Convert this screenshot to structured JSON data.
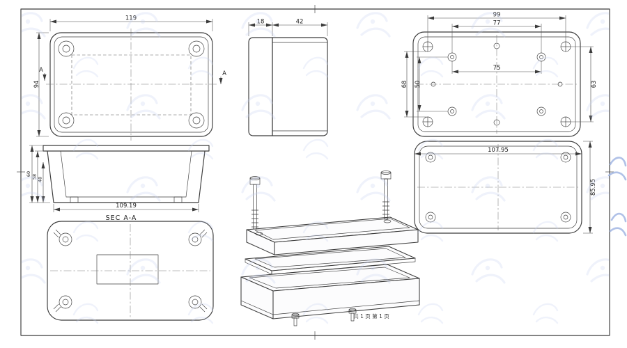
{
  "sheet": {
    "footer": "共 1 页  第 1 页"
  },
  "colors": {
    "line": "#3b3b3b",
    "centerline": "#7a7a7a",
    "watermark": "#c5d0ee",
    "background": "#ffffff"
  },
  "views": {
    "lid_top": {
      "dim_width": "119",
      "dim_height": "94",
      "section_left": "A",
      "section_right": "A"
    },
    "side": {
      "dim_lid": "18",
      "dim_base": "42"
    },
    "base_top": {
      "dim_screw_x": "99",
      "dim_inner_x": "77",
      "dim_boss_x": "75",
      "dim_outer_y": "68",
      "dim_boss_y": "50",
      "dim_screw_y": "63"
    },
    "base_bottom": {
      "dim_width": "107.95",
      "dim_height": "85.95"
    },
    "section": {
      "label": "SEC A-A",
      "dim_width": "109.19",
      "dim_h1": "60",
      "dim_h2": "58",
      "dim_h3": "48"
    }
  }
}
